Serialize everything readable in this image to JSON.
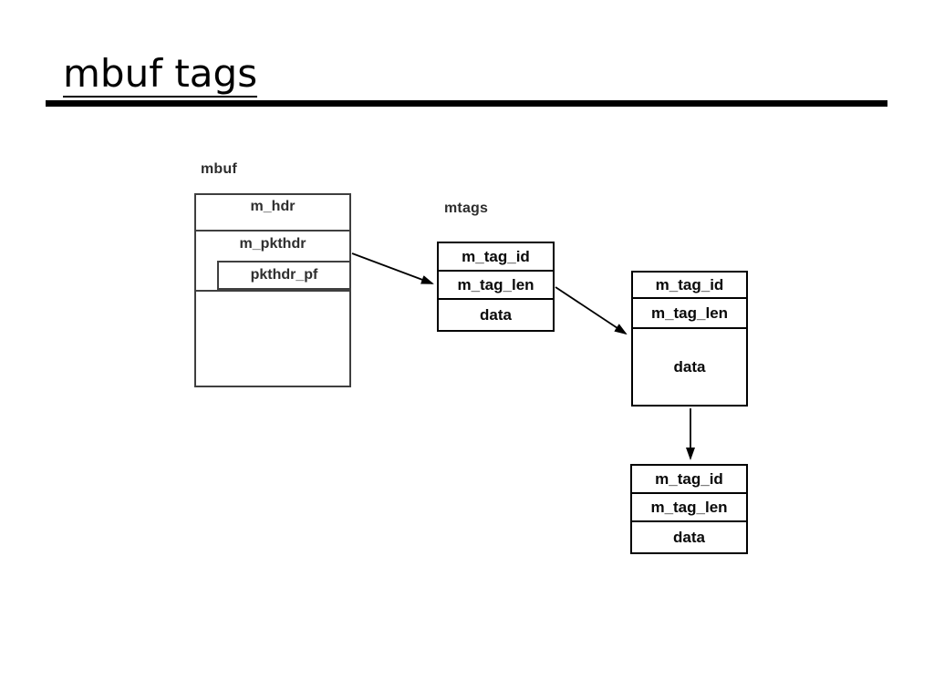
{
  "title": "mbuf tags",
  "diagram": {
    "mbuf": {
      "label": "mbuf",
      "rows": [
        "m_hdr",
        "m_pkthdr"
      ],
      "nested_row": "pkthdr_pf"
    },
    "mtags_label": "mtags",
    "tag_boxes": [
      {
        "rows": [
          "m_tag_id",
          "m_tag_len",
          "data"
        ]
      },
      {
        "rows": [
          "m_tag_id",
          "m_tag_len",
          "data"
        ]
      },
      {
        "rows": [
          "m_tag_id",
          "m_tag_len",
          "data"
        ]
      }
    ],
    "connections": [
      {
        "from": "pkthdr_pf",
        "to": "tag-box-1"
      },
      {
        "from": "tag-box-1",
        "to": "tag-box-2"
      },
      {
        "from": "tag-box-2",
        "to": "tag-box-3"
      }
    ],
    "colors": {
      "background": "#ffffff",
      "mbuf_border": "#3f3f3f",
      "tag_border": "#000000",
      "arrow": "#000000",
      "text": "#2e2e2e"
    }
  }
}
